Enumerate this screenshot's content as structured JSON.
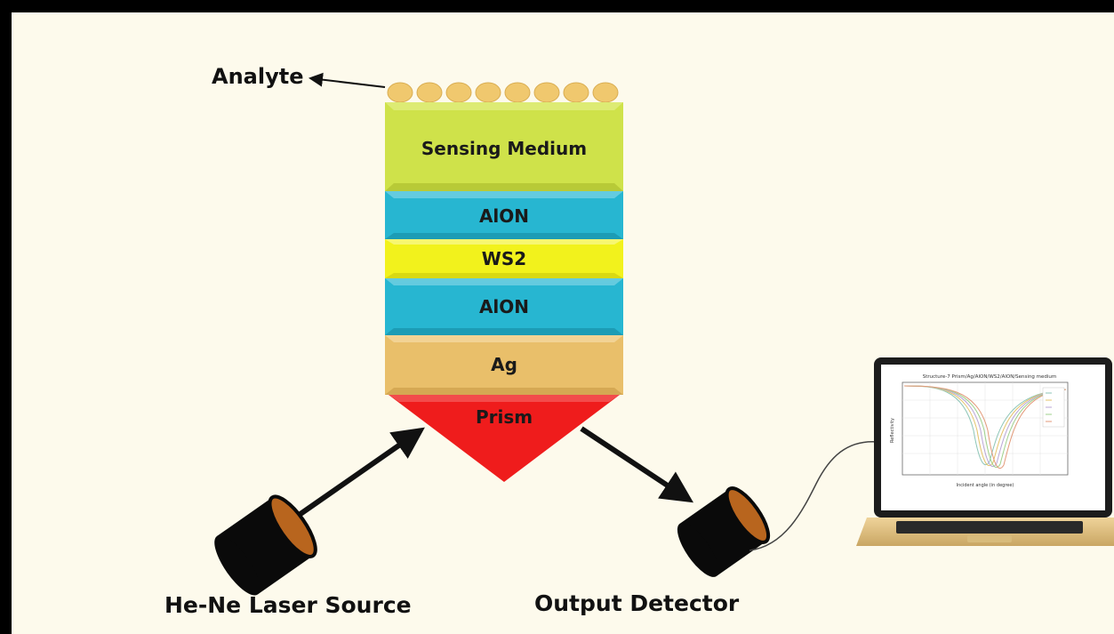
{
  "labels": {
    "analyte": "Analyte",
    "laser_source": "He-Ne Laser Source",
    "output_detector": "Output Detector"
  },
  "layers": {
    "sensing_medium": "Sensing Medium",
    "alon_top": "AlON",
    "ws2": "WS2",
    "alon_bottom": "AlON",
    "ag": "Ag",
    "prism": "Prism"
  },
  "laptop_plot": {
    "title": "Structure-7 Prism/Ag/AlON/WS2/AlON/Sensing medium",
    "xlabel": "Incident angle (in degree)",
    "ylabel": "Reflectivity"
  },
  "colors": {
    "sensing_medium": "#cfe24a",
    "alon": "#27b6d1",
    "ws2": "#f2f21c",
    "ag": "#e9bf6a",
    "prism": "#ef1c1c",
    "analyte_bead": "#f0c86e",
    "background": "#fdfaec"
  }
}
